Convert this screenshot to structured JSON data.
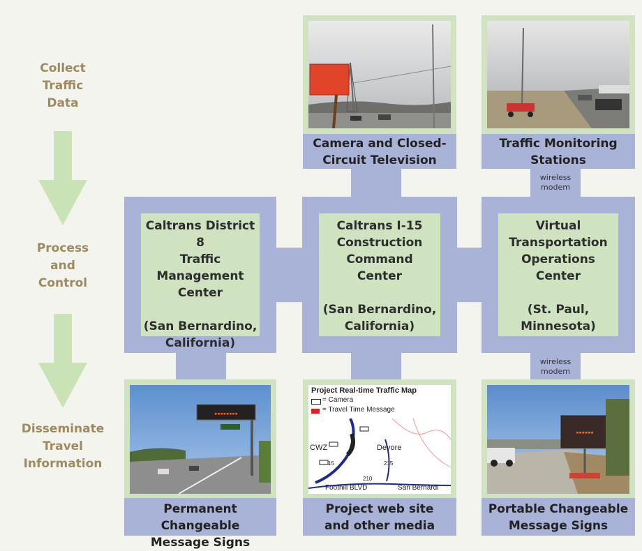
{
  "stages": {
    "collect": [
      "Collect",
      "Traffic",
      "Data"
    ],
    "process": [
      "Process",
      "and",
      "Control"
    ],
    "disseminate": [
      "Disseminate",
      "Travel",
      "Information"
    ]
  },
  "centers": {
    "district8": [
      "Caltrans District 8",
      "Traffic",
      "Management",
      "Center",
      "",
      "(San Bernardino,",
      "California)"
    ],
    "i15": [
      "Caltrans I-15",
      "Construction",
      "Command",
      "Center",
      "",
      "(San Bernardino,",
      "California)"
    ],
    "virtual": [
      "Virtual",
      "Transportation",
      "Operations",
      "Center",
      "",
      "(St. Paul,",
      "Minnesota)"
    ]
  },
  "captions": {
    "camera": [
      "Camera and Closed-",
      "Circuit Television"
    ],
    "monitoring": [
      "Traffic Monitoring",
      "Stations"
    ],
    "permanent": [
      "Permanent Changeable",
      "Message Signs"
    ],
    "website": [
      "Project web site",
      "and other media"
    ],
    "portable": [
      "Portable Changeable",
      "Message Signs"
    ]
  },
  "links": {
    "top_wireless": [
      "wireless",
      "modem"
    ],
    "bottom_wireless": [
      "wireless",
      "modem"
    ]
  },
  "map": {
    "title": "Project Real-time Traffic Map",
    "legend_camera": "= Camera",
    "legend_message": "= Travel Time Message",
    "labels": [
      "CWZ",
      "Devore",
      "15",
      "215",
      "210",
      "Foothill BLVD",
      "San Bernardi"
    ]
  },
  "colors": {
    "stage_text": "#9e8a5e",
    "frame_blue": "#a9b3d8",
    "center_green": "#cfe3c1",
    "arrow_green": "#c9e2b6"
  }
}
